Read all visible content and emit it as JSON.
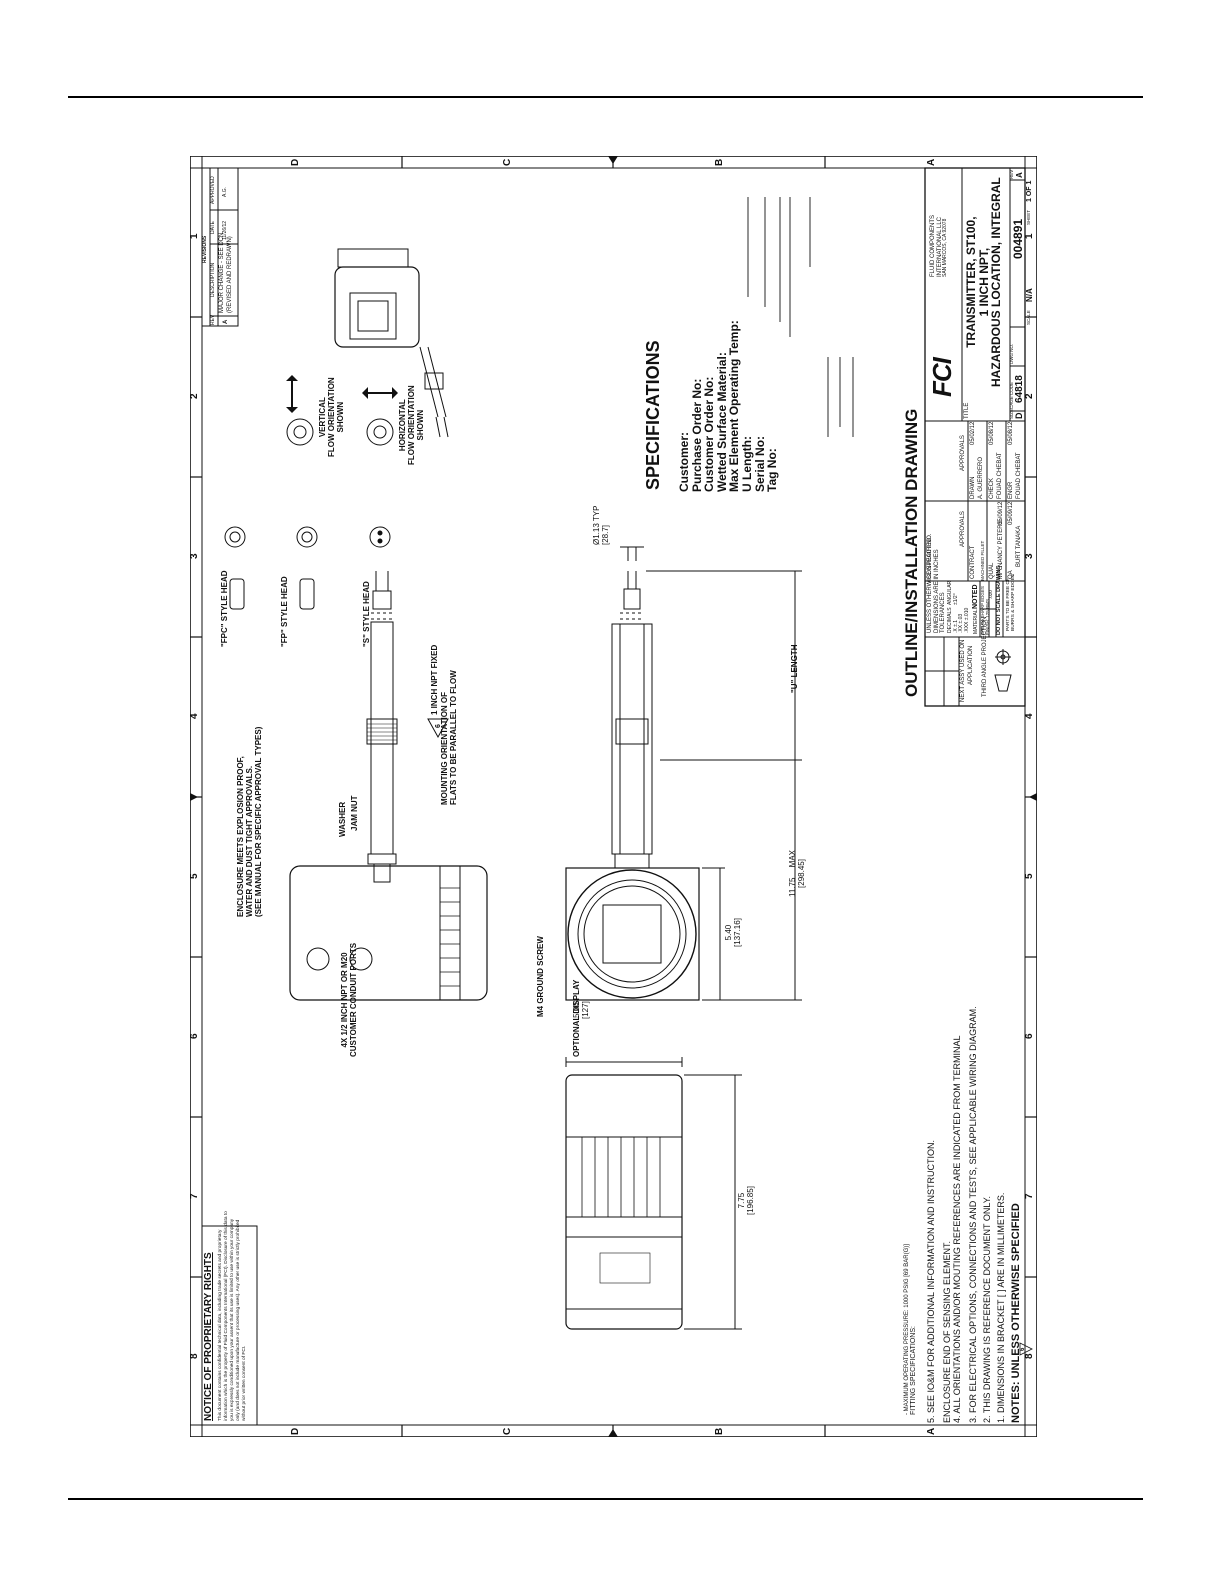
{
  "zones": {
    "numbers": [
      "8",
      "7",
      "6",
      "5",
      "4",
      "3",
      "2",
      "1"
    ],
    "letters": [
      "D",
      "C",
      "B",
      "A"
    ]
  },
  "proprietary": {
    "title": "NOTICE OF PROPRIETARY RIGHTS",
    "lines": [
      "This document contains confidential technical data, including trade secrets and proprietary",
      "information which is the property of Fluid Components International (FCI). Disclosure of this data to",
      "you is expressly conditioned upon your assent that its use is limited to use within your company",
      "only (and does not include manufacture or processing uses). Any other use is strictly prohibited",
      "without prior written consent of FCI."
    ]
  },
  "revisions": {
    "title": "REVISIONS",
    "headers": [
      "REV",
      "DESCRIPTION",
      "DATE",
      "APPROVED"
    ],
    "row": [
      "A",
      "MAJOR CHANGE - SEE DCN",
      "(REVISED AND REDRAWN)",
      "11/26/12",
      "A.G."
    ]
  },
  "callouts": {
    "conduit": [
      "4X 1/2 INCH NPT OR M20",
      "CUSTOMER CONDUIT PORTS"
    ],
    "enclosure": [
      "ENCLOSURE MEETS EXPLOSION PROOF,",
      "WATER AND DUST TIGHT APPROVALS.",
      "(SEE MANUAL FOR SPECIFIC APPROVAL TYPES)"
    ],
    "washer": "WASHER",
    "jam_nut": "JAM NUT",
    "mounting": [
      "MOUNTING ORIENTATION OF",
      "FLATS TO BE PARALLEL TO FLOW"
    ],
    "npt_fixed": "1 INCH NPT FIXED",
    "npt_flag": "6",
    "fpc": "\"FPC\" STYLE HEAD",
    "fp": "\"FP\" STYLE HEAD",
    "s": "\"S\" STYLE HEAD",
    "ground": "M4 GROUND SCREW",
    "display": "OPTIONAL DISPLAY",
    "u_length": "\"U\" LENGTH",
    "vertical": [
      "VERTICAL",
      "FLOW ORIENTATION",
      "SHOWN"
    ],
    "horizontal": [
      "HORIZONTAL",
      "FLOW ORIENTATION",
      "SHOWN"
    ]
  },
  "dimensions": {
    "w775": [
      "7.75",
      "[196.85]"
    ],
    "h500": [
      "5.00",
      "[127]"
    ],
    "h540": [
      "5.40",
      "[137.16]"
    ],
    "max": [
      "11.75",
      "MAX",
      "[298.45]"
    ],
    "dia": [
      "Ø1.13 TYP",
      "[28.7]"
    ]
  },
  "specifications": {
    "title": "SPECIFICATIONS",
    "fields": [
      "Customer:",
      "Purchase Order No:",
      "Customer Order No:",
      "Wetted Surface Material:",
      "Max Element Operating Temp:",
      "U Length:",
      "Serial No:",
      "Tag No:"
    ]
  },
  "notes": {
    "title": "NOTES: UNLESS OTHERWISE SPECIFIED",
    "items": [
      "1.   DIMENSIONS IN BRACKET [  ] ARE IN MILLIMETERS.",
      "2.   THIS DRAWING IS REFERENCE DOCUMENT ONLY.",
      "3.   FOR ELECTRICAL OPTIONS, CONNECTIONS AND TESTS, SEE APPLICABLE WIRING DIAGRAM.",
      "4.   ALL ORIENTATIONS AND/OR MOUTING REFERENCES ARE INDICATED FROM TERMINAL",
      "       ENCLOSURE END OF SENSING ELEMENT.",
      "5.   SEE IO&M FOR ADDITIONAL INFORMATION AND INSTRUCTION.",
      "FITTING SPECIFICATIONS:",
      "- MAXIMUM OPERATING PRESSURE: 1000 PSIG [69 BAR(G)]"
    ],
    "flag": "6"
  },
  "drawing_title": "OUTLINE/INSTALLATION DRAWING",
  "title_block": {
    "next_assy": "NEXT ASSY",
    "used_on": "USED ON",
    "application": "APPLICATION",
    "projection": "THIRD ANGLE PROJECTION",
    "tolerances": [
      "UNLESS OTHERWISE SPECIFIED",
      "DIMENSIONS ARE IN INCHES",
      "TOLERANCES"
    ],
    "decimals": [
      "DECIMALS",
      ".X   ±.1",
      ".XX  ±.03",
      ".XXX ±.010"
    ],
    "angular": [
      "ANGULAR",
      "±1/2°"
    ],
    "material_label": "MATERIAL",
    "material": "NOTED",
    "finish": [
      "BREAK SHARP EDGES",
      "FINISH: 125 RMS",
      "MACHINED FILLET",
      ".020"
    ],
    "no_scale": "DO NOT SCALE DRAWING",
    "refer": [
      "PARTS TO BE FREE OF",
      "BURRS & SHARP EDGES"
    ],
    "contract_no": "CONTRACT NO.",
    "approvals": "APPROVALS",
    "contract": "CONTRACT",
    "qual": "QUAL",
    "mfg": "MFG",
    "mfg_name": "NANCY PETERS",
    "qa": "QA",
    "qa_name": "BURT TANAKA",
    "drawn": "DRAWN",
    "drawn_name": "A. GUERRERO",
    "check": "CHECK",
    "check_name": "FOUAD CHEBAT",
    "engr": "ENGR",
    "engr_name": "FOUAD CHEBAT",
    "dates": [
      "05/02/12",
      "05/08/12",
      "05/08/12",
      "05/09/12",
      "05/09/12"
    ],
    "title_label": "TITLE",
    "logo": "FCI",
    "company": [
      "FLUID COMPONENTS",
      "INTERNATIONAL LLC",
      "SAN MARCOS, CA 92078"
    ],
    "title": [
      "TRANSMITTER, ST100,",
      "1 INCH NPT,",
      "HAZARDOUS LOCATION, INTEGRAL"
    ],
    "size_label": "SIZE",
    "size": "D",
    "cage_label": "CAGE CODE",
    "cage": "64818",
    "dwg_label": "DWG NO.",
    "dwg": "004891",
    "rev_label": "REV",
    "rev": "A",
    "scale_label": "SCALE",
    "scale": "N/A",
    "sheet_label": "SHEET",
    "sheet": "1 OF 1"
  }
}
